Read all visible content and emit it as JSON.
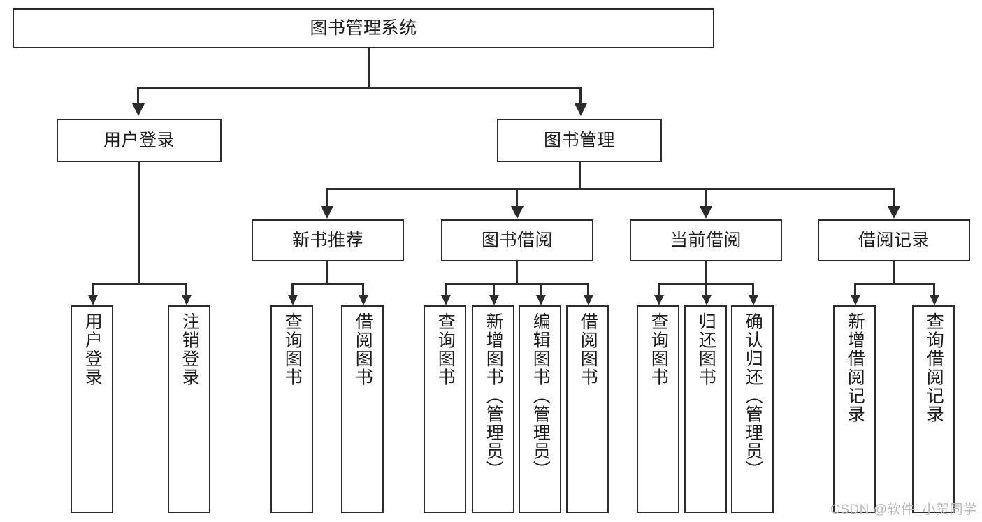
{
  "diagram": {
    "type": "tree-hierarchy-chart",
    "root": {
      "id": "root",
      "label": "图书管理系统"
    },
    "level2": [
      {
        "id": "user-login",
        "label": "用户登录"
      },
      {
        "id": "book-management",
        "label": "图书管理"
      }
    ],
    "level3": [
      {
        "id": "new-book-recommend",
        "label": "新书推荐"
      },
      {
        "id": "book-borrow",
        "label": "图书借阅"
      },
      {
        "id": "current-borrow",
        "label": "当前借阅"
      },
      {
        "id": "borrow-record",
        "label": "借阅记录"
      }
    ],
    "leaves": {
      "user_login": [
        {
          "id": "leaf-user-login",
          "label": "用户登录"
        },
        {
          "id": "leaf-logout-login",
          "label": "注销登录"
        }
      ],
      "new_book_recommend": [
        {
          "id": "leaf-query-book-1",
          "label": "查询图书"
        },
        {
          "id": "leaf-borrow-book-1",
          "label": "借阅图书"
        }
      ],
      "book_borrow": [
        {
          "id": "leaf-query-book-2",
          "label": "查询图书"
        },
        {
          "id": "leaf-add-book",
          "label": "新增图书（管理员）"
        },
        {
          "id": "leaf-edit-book",
          "label": "编辑图书（管理员）"
        },
        {
          "id": "leaf-borrow-book-2",
          "label": "借阅图书"
        }
      ],
      "current_borrow": [
        {
          "id": "leaf-query-book-3",
          "label": "查询图书"
        },
        {
          "id": "leaf-return-book",
          "label": "归还图书"
        },
        {
          "id": "leaf-confirm-return",
          "label": "确认归还（管理员）"
        }
      ],
      "borrow_record": [
        {
          "id": "leaf-add-record",
          "label": "新增借阅记录"
        },
        {
          "id": "leaf-query-record",
          "label": "查询借阅记录"
        }
      ]
    }
  },
  "watermark": {
    "text": "CSDN @软件_小贺同学"
  },
  "colors": {
    "stroke": "#2b2b2b",
    "text": "#1a1a1a",
    "background": "#ffffff",
    "watermark": "#b9b9b9"
  }
}
